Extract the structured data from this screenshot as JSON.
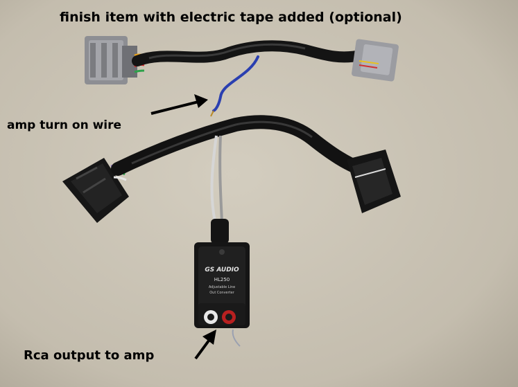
{
  "title": "finish item with electric tape added (optional)",
  "labels": {
    "amp_turn_on": "amp turn on wire",
    "rca_output": "Rca output to amp"
  },
  "device": {
    "brand": "GS AUDIO",
    "model": "HL250",
    "subtitle_1": "Adjustable Line",
    "subtitle_2": "Out Converter"
  },
  "colors": {
    "background": "#c9c3b4",
    "tape": "#141414",
    "connector_gray": "#8c8c90",
    "blue_wire": "#2a3fb0",
    "rca_red": "#b82020"
  }
}
